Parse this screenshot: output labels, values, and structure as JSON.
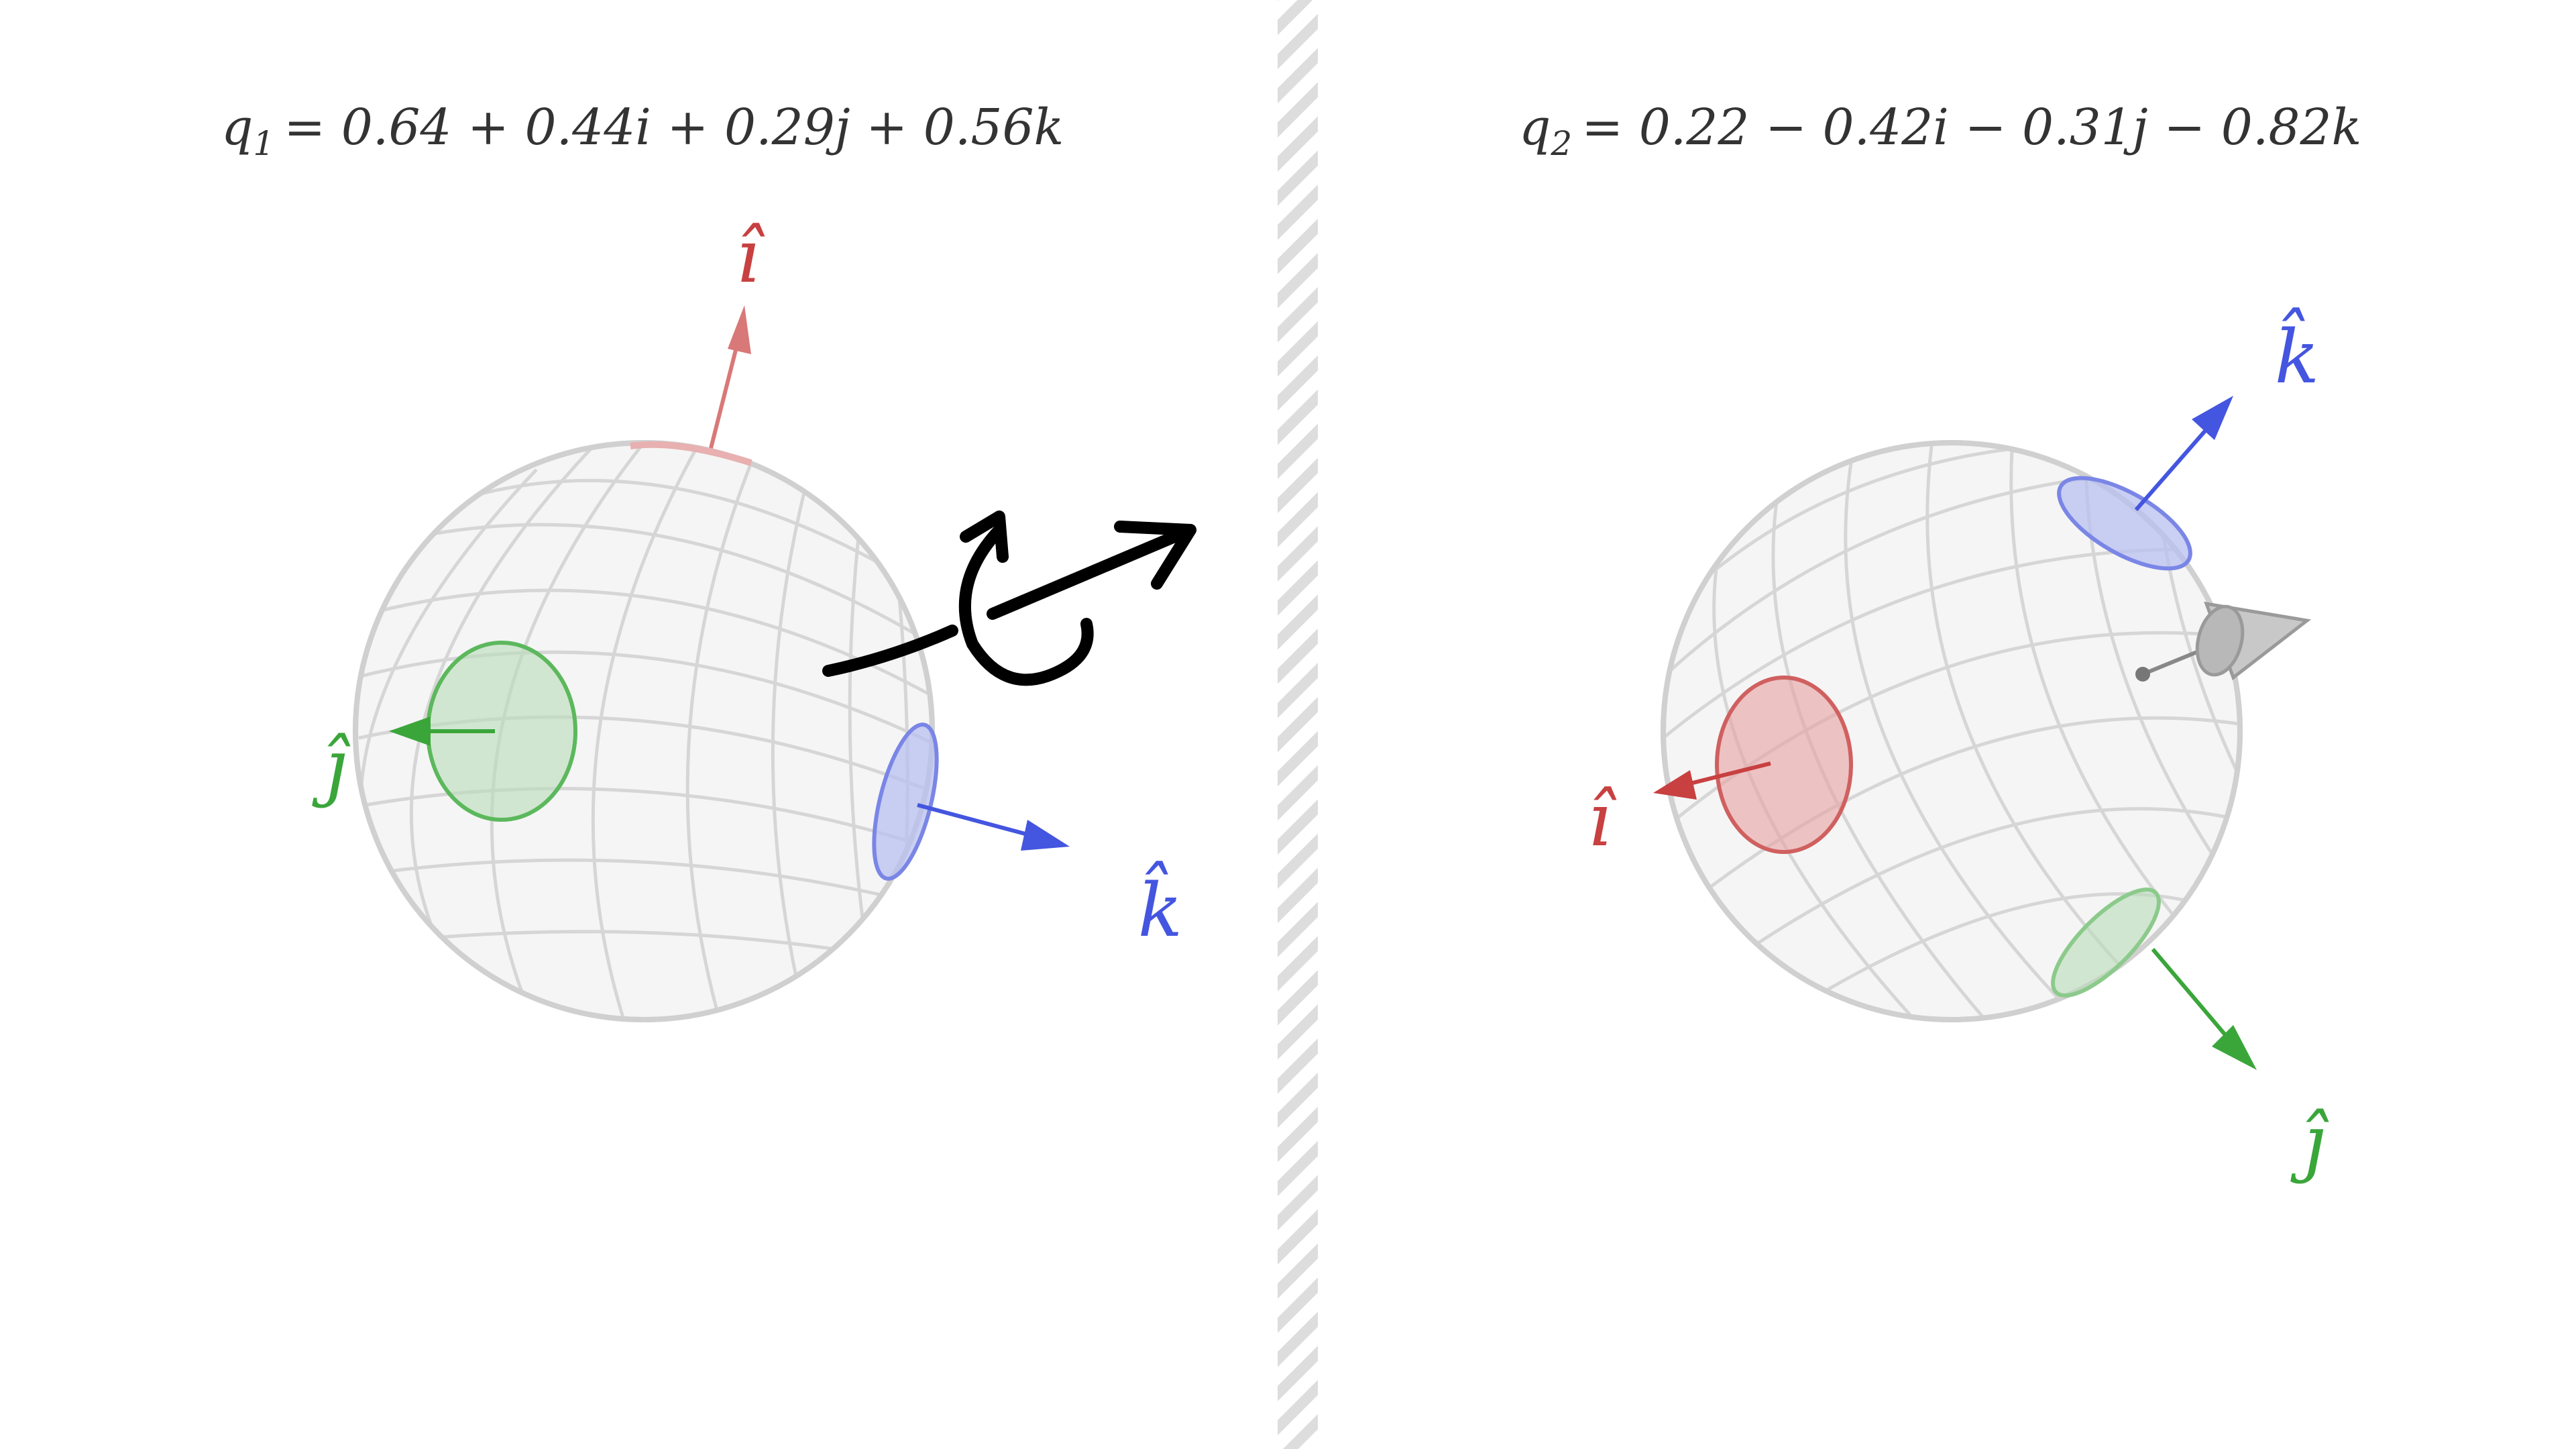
{
  "left_panel": {
    "equation": {
      "symbol": "q",
      "subscript": "1",
      "rhs": "= 0.64 + 0.44i + 0.29j + 0.56k"
    },
    "labels": {
      "i": "î",
      "j": "ĵ",
      "k": "k̂"
    }
  },
  "right_panel": {
    "equation": {
      "symbol": "q",
      "subscript": "2",
      "rhs": "= 0.22 − 0.42i − 0.31j − 0.82k"
    },
    "labels": {
      "i": "î",
      "j": "ĵ",
      "k": "k̂"
    }
  },
  "colors": {
    "i_axis": "#c84040",
    "i_axis_faded": "#d97878",
    "j_axis": "#3aa63a",
    "k_axis": "#4455e0",
    "sphere_fill": "#f5f5f5",
    "sphere_grid": "#d6d6d6",
    "divider_hatch": "#dddddd",
    "rotation_glyph": "#000000",
    "camera_cone": "#9a9a9a",
    "text": "#333333"
  },
  "icons": [
    "rotation-arrow-icon",
    "camera-cone-icon"
  ]
}
